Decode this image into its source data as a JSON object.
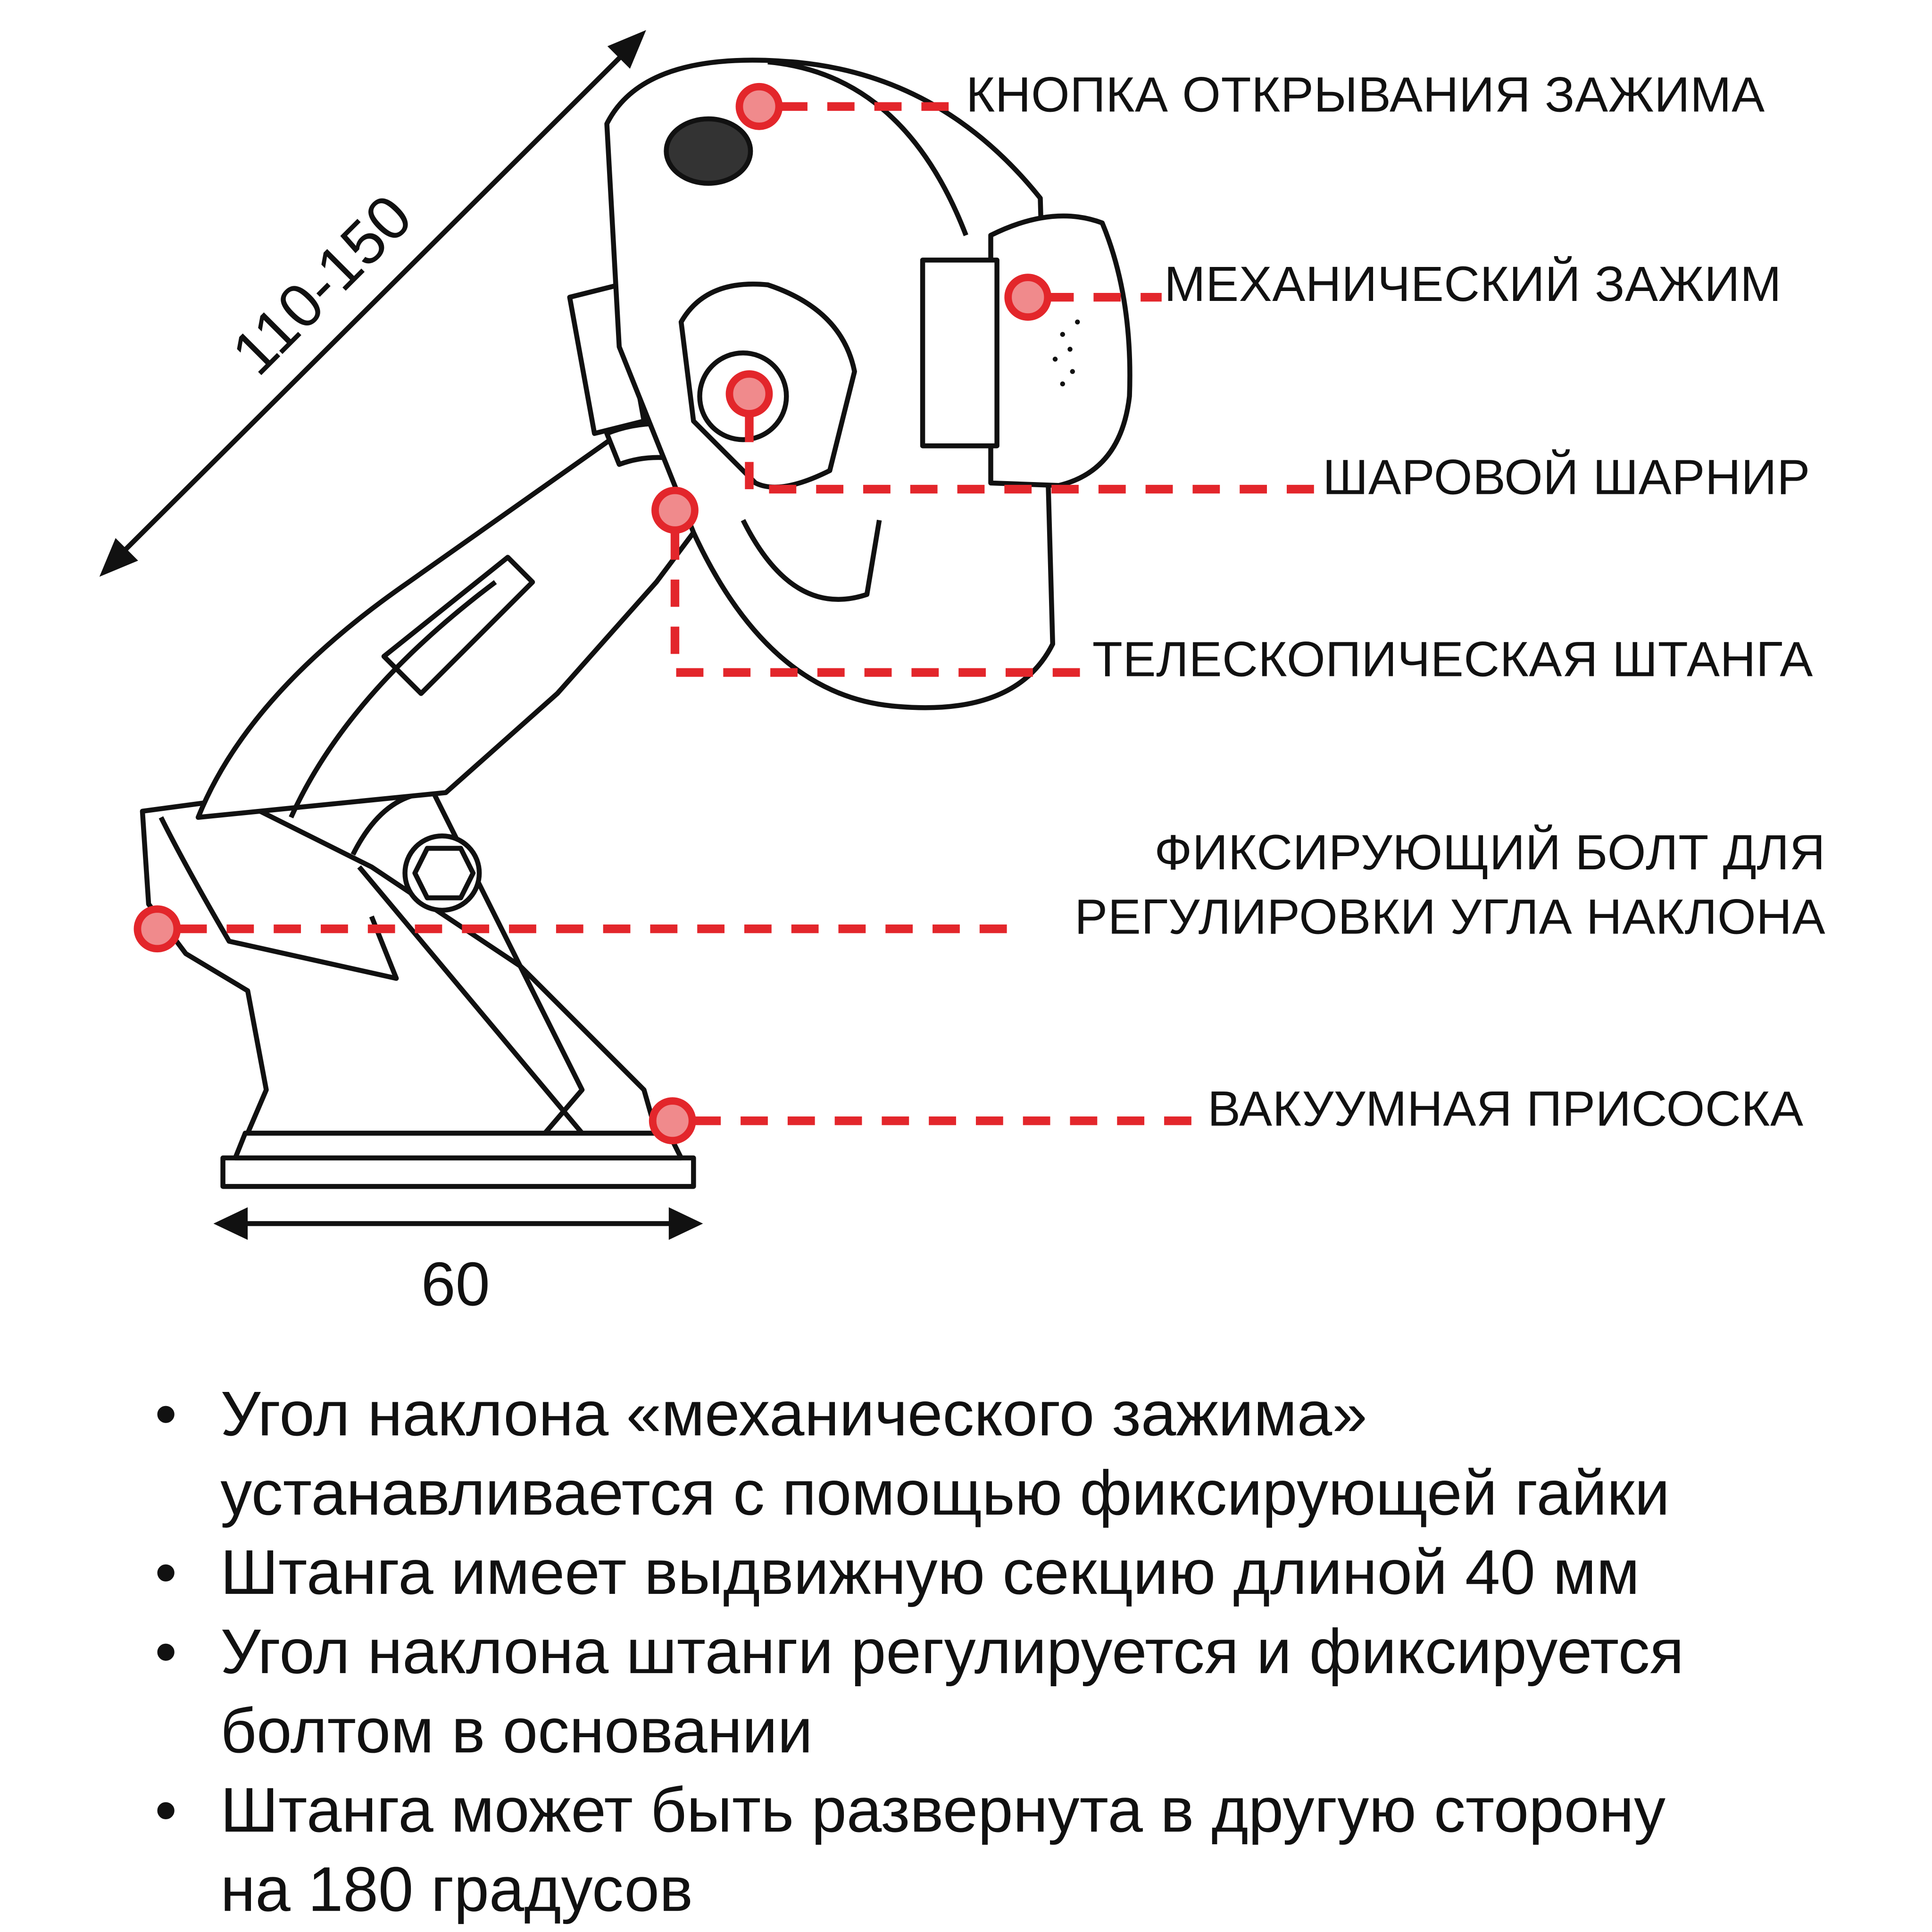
{
  "colors": {
    "accent": "#e3262b",
    "marker_fill": "#f08a8c",
    "line": "#111111"
  },
  "dimensions": {
    "length": "110-150",
    "base_width": "60"
  },
  "labels": {
    "button": "КНОПКА ОТКРЫВАНИЯ ЗАЖИМА",
    "clamp": "МЕХАНИЧЕСКИЙ ЗАЖИМ",
    "ball_joint": "ШАРОВОЙ ШАРНИР",
    "telescopic": "ТЕЛЕСКОПИЧЕСКАЯ ШТАНГА",
    "bolt_line1": "ФИКСИРУЮЩИЙ БОЛТ ДЛЯ",
    "bolt_line2": "РЕГУЛИРОВКИ УГЛА НАКЛОНА",
    "suction": "ВАКУУМНАЯ ПРИСОСКА"
  },
  "bullets": [
    {
      "line1": "Угол наклона «механического зажима»",
      "line2": "устанавливается с помощью фиксирующей гайки"
    },
    {
      "line1": "Штанга имеет выдвижную секцию длиной 40 мм"
    },
    {
      "line1": "Угол наклона штанги регулируется и фиксируется",
      "line2": "болтом в основании"
    },
    {
      "line1": "Штанга может быть развернута в другую сторону",
      "line2": "на 180 градусов"
    }
  ],
  "bullet_symbol": "•"
}
